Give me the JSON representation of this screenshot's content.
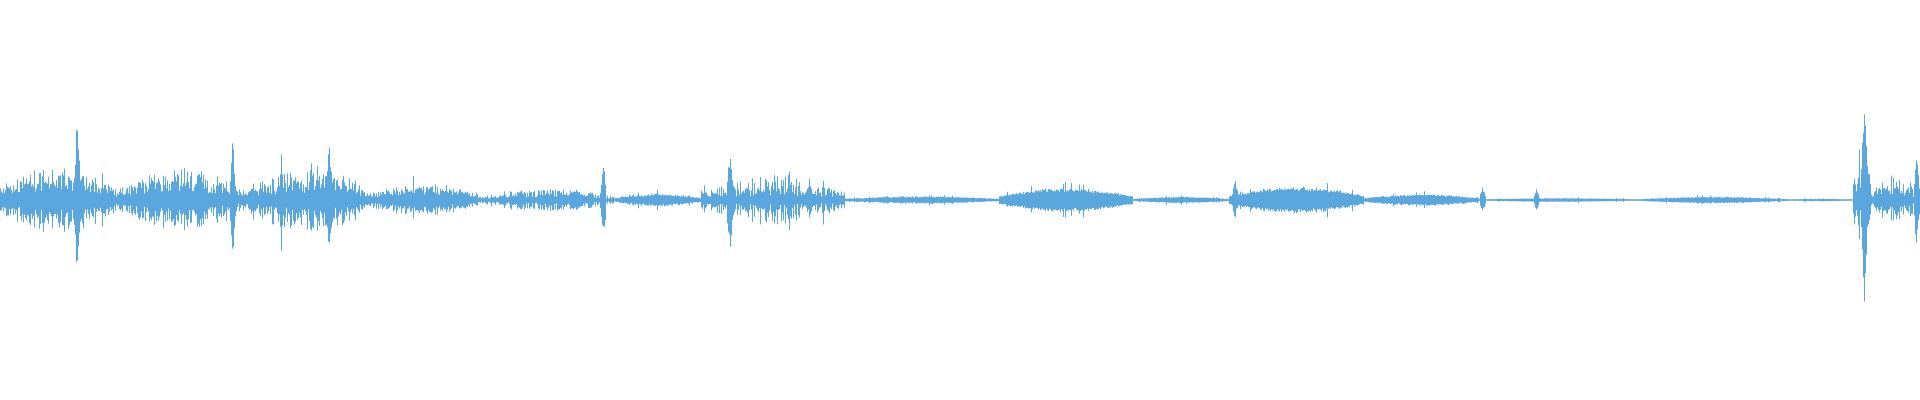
{
  "waveform": {
    "color": "#5aa7e0",
    "background": "#ffffff",
    "duration_fraction_segments": [
      {
        "start": 0.0,
        "end": 0.06,
        "level": 0.55,
        "jitter": 0.7
      },
      {
        "start": 0.06,
        "end": 0.13,
        "level": 0.45,
        "jitter": 0.7
      },
      {
        "start": 0.13,
        "end": 0.19,
        "level": 0.55,
        "jitter": 0.75
      },
      {
        "start": 0.19,
        "end": 0.25,
        "level": 0.25,
        "jitter": 0.6
      },
      {
        "start": 0.25,
        "end": 0.32,
        "level": 0.18,
        "jitter": 0.7
      },
      {
        "start": 0.32,
        "end": 0.365,
        "level": 0.1,
        "jitter": 0.3
      },
      {
        "start": 0.365,
        "end": 0.44,
        "level": 0.4,
        "jitter": 0.8
      },
      {
        "start": 0.44,
        "end": 0.52,
        "level": 0.06,
        "jitter": 0.3
      },
      {
        "start": 0.52,
        "end": 0.59,
        "level": 0.18,
        "jitter": 0.15
      },
      {
        "start": 0.59,
        "end": 0.64,
        "level": 0.05,
        "jitter": 0.2
      },
      {
        "start": 0.64,
        "end": 0.71,
        "level": 0.2,
        "jitter": 0.15
      },
      {
        "start": 0.71,
        "end": 0.77,
        "level": 0.09,
        "jitter": 0.2
      },
      {
        "start": 0.77,
        "end": 0.855,
        "level": 0.03,
        "jitter": 0.2
      },
      {
        "start": 0.855,
        "end": 0.93,
        "level": 0.05,
        "jitter": 0.2
      },
      {
        "start": 0.93,
        "end": 0.965,
        "level": 0.02,
        "jitter": 0.2
      },
      {
        "start": 0.965,
        "end": 0.975,
        "level": 0.95,
        "jitter": 0.9
      },
      {
        "start": 0.975,
        "end": 1.0,
        "level": 0.4,
        "jitter": 0.8
      }
    ],
    "spikes": [
      {
        "pos": 0.04,
        "level": 0.8
      },
      {
        "pos": 0.121,
        "level": 0.6
      },
      {
        "pos": 0.171,
        "level": 0.55
      },
      {
        "pos": 0.314,
        "level": 0.35
      },
      {
        "pos": 0.38,
        "level": 0.55
      },
      {
        "pos": 0.643,
        "level": 0.2
      },
      {
        "pos": 0.772,
        "level": 0.12
      },
      {
        "pos": 0.8,
        "level": 0.1
      },
      {
        "pos": 0.971,
        "level": 1.0
      },
      {
        "pos": 0.998,
        "level": 0.45
      }
    ]
  }
}
